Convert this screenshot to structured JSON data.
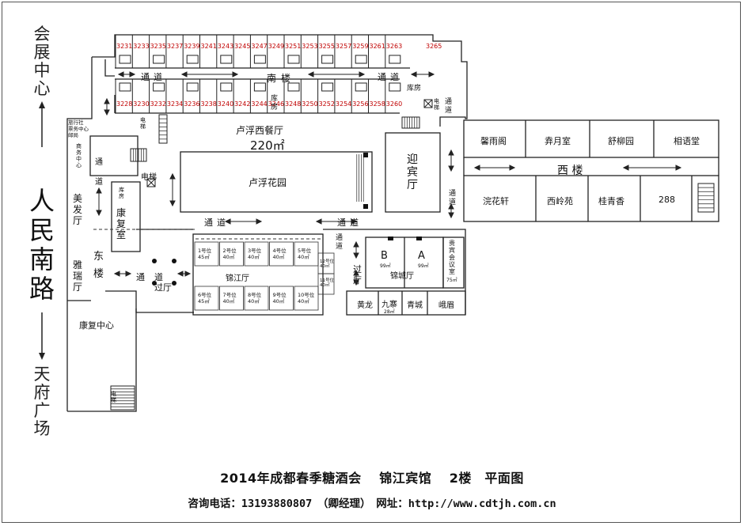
{
  "left_labels": {
    "top": "会展中心",
    "middle": "人民南路",
    "bottom": "天府广场"
  },
  "rooms_south_top": [
    "3231",
    "3233",
    "3235",
    "3237",
    "3239",
    "3241",
    "3243",
    "3245",
    "3247",
    "3249",
    "3251",
    "3253",
    "3255",
    "3257",
    "3259",
    "3261",
    "3263",
    "3265"
  ],
  "rooms_south_bottom": [
    "3228",
    "3230",
    "3232",
    "3234",
    "3236",
    "3238",
    "3240",
    "3242",
    "3244",
    "3246",
    "3248",
    "3250",
    "3252",
    "3254",
    "3256",
    "3258",
    "3260"
  ],
  "labels": {
    "south_building": "南楼",
    "corridor": "通道",
    "storage": "库房",
    "elevator": "电梯",
    "storage_narrow": "库\n房",
    "travel_agency": "旅行社\n票务中心\n邮局",
    "business_center": "商\n务\n中\n心",
    "restaurant": "卢浮西餐厅",
    "restaurant_area": "220㎡",
    "garden": "卢浮花园",
    "welcome_hall": "迎\n宾\n厅",
    "xinyuge": "馨雨阁",
    "shengyueshi": "弆月室",
    "shuliuyuan": "舒柳园",
    "xiangyutang": "相语堂",
    "west_building": "西    楼",
    "nonghuaxuan": "浣花轩",
    "xilingyuan": "西岭苑",
    "guiqingxiang": "桂青香",
    "room_288": "288",
    "salon": "美\n发\n厅",
    "rehab_room": "康\n复\n室",
    "east_building": "东\n楼",
    "yarui_hall": "雅\n瑞\n厅",
    "rehab_center": "康复中心",
    "passage_hall": "过厅",
    "jinjiang_hall": "锦江厅",
    "jincheng_hall": "锦城厅",
    "hall_b": "B",
    "hall_a": "A",
    "hall_b_area": "99㎡",
    "hall_a_area": "99㎡",
    "vip_room": "贵\n宾\n会\n议\n室",
    "vip_area": "75㎡",
    "huanglong": "黄龙",
    "jiuzhai": "九寨",
    "jiuzhai_area": "28㎡",
    "qingcheng": "青城",
    "emei": "峨眉",
    "booth_row_top": [
      "1号位\n45㎡",
      "2号位\n40㎡",
      "3号位\n40㎡",
      "4号位\n40㎡",
      "5号位\n40㎡"
    ],
    "booth_row_bottom": [
      "6号位\n45㎡",
      "7号位\n40㎡",
      "8号位\n40㎡",
      "9号位\n40㎡",
      "10号位\n40㎡"
    ],
    "booth_12": "12号位\n40㎡",
    "booth_11": "11号位\n40㎡"
  },
  "footer": {
    "title": "2014年成都春季糖酒会　 锦江宾馆　 2楼　平面图",
    "contact": "咨询电话：13193880807　（卿经理）　网址：http://www.cdtjh.com.cn"
  },
  "colors": {
    "room_number": "#c00000",
    "line": "#222222"
  }
}
